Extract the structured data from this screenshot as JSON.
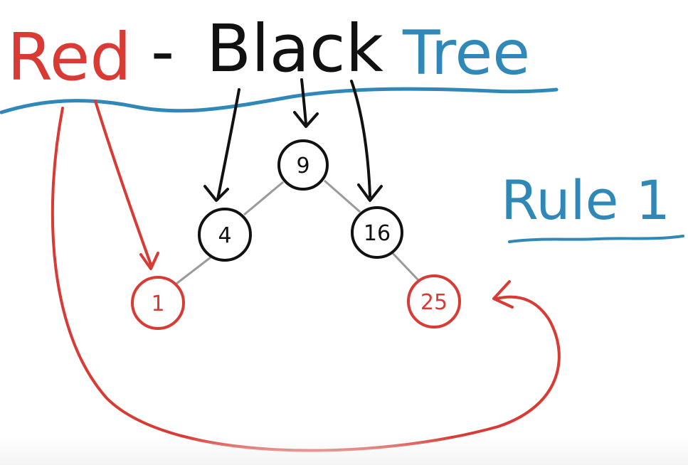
{
  "title": {
    "word_red": "Red",
    "dash": "-",
    "word_black": "Black",
    "word_tree": "Tree"
  },
  "rule_label": "Rule 1",
  "tree": {
    "nodes": [
      {
        "id": "n9",
        "label": "9",
        "color": "black"
      },
      {
        "id": "n4",
        "label": "4",
        "color": "black"
      },
      {
        "id": "n16",
        "label": "16",
        "color": "black"
      },
      {
        "id": "n1",
        "label": "1",
        "color": "red"
      },
      {
        "id": "n25",
        "label": "25",
        "color": "red"
      }
    ],
    "edges": [
      {
        "from": "9",
        "to": "4"
      },
      {
        "from": "9",
        "to": "16"
      },
      {
        "from": "4",
        "to": "1"
      },
      {
        "from": "16",
        "to": "25"
      }
    ]
  },
  "colors": {
    "red": "#d93a34",
    "black": "#111111",
    "blue": "#2f88b8",
    "edge": "#9a9a9a",
    "background": "#ffffff"
  }
}
